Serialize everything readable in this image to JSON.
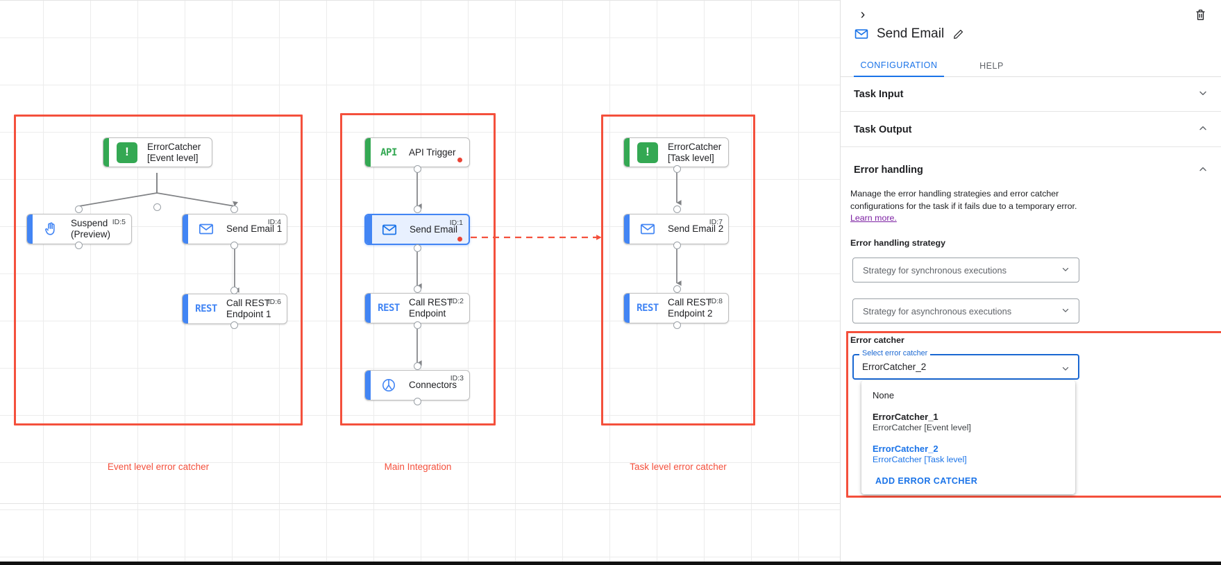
{
  "canvas": {
    "groups": [
      {
        "id": "event-level",
        "label": "Event level error catcher"
      },
      {
        "id": "main-integration",
        "label": "Main Integration"
      },
      {
        "id": "task-level",
        "label": "Task level error catcher"
      }
    ],
    "nodes": [
      {
        "key": "ec1",
        "title": "ErrorCatcher\n[Event level]",
        "icon": "error-catcher-icon",
        "accent": "green",
        "id_label": ""
      },
      {
        "key": "suspend",
        "title": "Suspend\n(Preview)",
        "icon": "hand-icon",
        "accent": "blue",
        "id_label": "ID:5"
      },
      {
        "key": "email1",
        "title": "Send Email 1",
        "icon": "envelope-icon",
        "accent": "blue",
        "id_label": "ID:4"
      },
      {
        "key": "rest1",
        "title": "Call REST\nEndpoint 1",
        "icon": "rest-icon",
        "accent": "blue",
        "id_label": "ID:6"
      },
      {
        "key": "apitrig",
        "title": "API Trigger",
        "icon": "api-icon",
        "accent": "green",
        "id_label": ""
      },
      {
        "key": "email0",
        "title": "Send Email",
        "icon": "envelope-icon",
        "accent": "blue",
        "id_label": "ID:1"
      },
      {
        "key": "rest0",
        "title": "Call REST\nEndpoint",
        "icon": "rest-icon",
        "accent": "blue",
        "id_label": "ID:2"
      },
      {
        "key": "conn",
        "title": "Connectors",
        "icon": "connectors-icon",
        "accent": "blue",
        "id_label": "ID:3"
      },
      {
        "key": "ec2",
        "title": "ErrorCatcher\n[Task level]",
        "icon": "error-catcher-icon",
        "accent": "green",
        "id_label": ""
      },
      {
        "key": "email2",
        "title": "Send Email 2",
        "icon": "envelope-icon",
        "accent": "blue",
        "id_label": "ID:7"
      },
      {
        "key": "rest2",
        "title": "Call REST\nEndpoint 2",
        "icon": "rest-icon",
        "accent": "blue",
        "id_label": "ID:8"
      }
    ],
    "icon_text": {
      "api": "API",
      "rest": "REST",
      "bang": "!"
    }
  },
  "panel": {
    "header": {
      "title": "Send Email",
      "collapse_icon": "›",
      "delete_icon": "delete-icon",
      "edit_icon": "edit-icon",
      "node_icon": "envelope-icon"
    },
    "tabs": [
      {
        "key": "configuration",
        "label": "CONFIGURATION",
        "active": true
      },
      {
        "key": "help",
        "label": "HELP",
        "active": false
      }
    ],
    "sections": [
      {
        "key": "task_input",
        "label": "Task Input",
        "state": "collapsed",
        "chevron": "⌄"
      },
      {
        "key": "task_output",
        "label": "Task Output",
        "state": "expanded",
        "chevron": "⌃"
      },
      {
        "key": "error_handling",
        "label": "Error handling",
        "state": "expanded",
        "chevron": "⌃"
      }
    ],
    "error_handling": {
      "description": "Manage the error handling strategies and error catcher configurations for the task if it fails due to a temporary error.",
      "learn_more": "Learn more.",
      "strategy_label": "Error handling strategy",
      "sync_placeholder": "Strategy for synchronous executions",
      "async_placeholder": "Strategy for asynchronous executions"
    },
    "error_catcher": {
      "section_label": "Error catcher",
      "field_legend": "Select error catcher",
      "selected_value": "ErrorCatcher_2",
      "options": [
        {
          "primary": "None",
          "secondary": "",
          "selected": false,
          "bold": false
        },
        {
          "primary": "ErrorCatcher_1",
          "secondary": "ErrorCatcher [Event level]",
          "selected": false,
          "bold": true
        },
        {
          "primary": "ErrorCatcher_2",
          "secondary": "ErrorCatcher [Task level]",
          "selected": true,
          "bold": true
        }
      ],
      "add_label": "ADD ERROR CATCHER"
    }
  },
  "colors": {
    "accent_blue": "#1a73e8",
    "highlight_red": "#f4503c",
    "green": "#34a853",
    "node_blue": "#4285f4",
    "visited_link": "#7b1fa2",
    "error_dot": "#ea4335"
  }
}
